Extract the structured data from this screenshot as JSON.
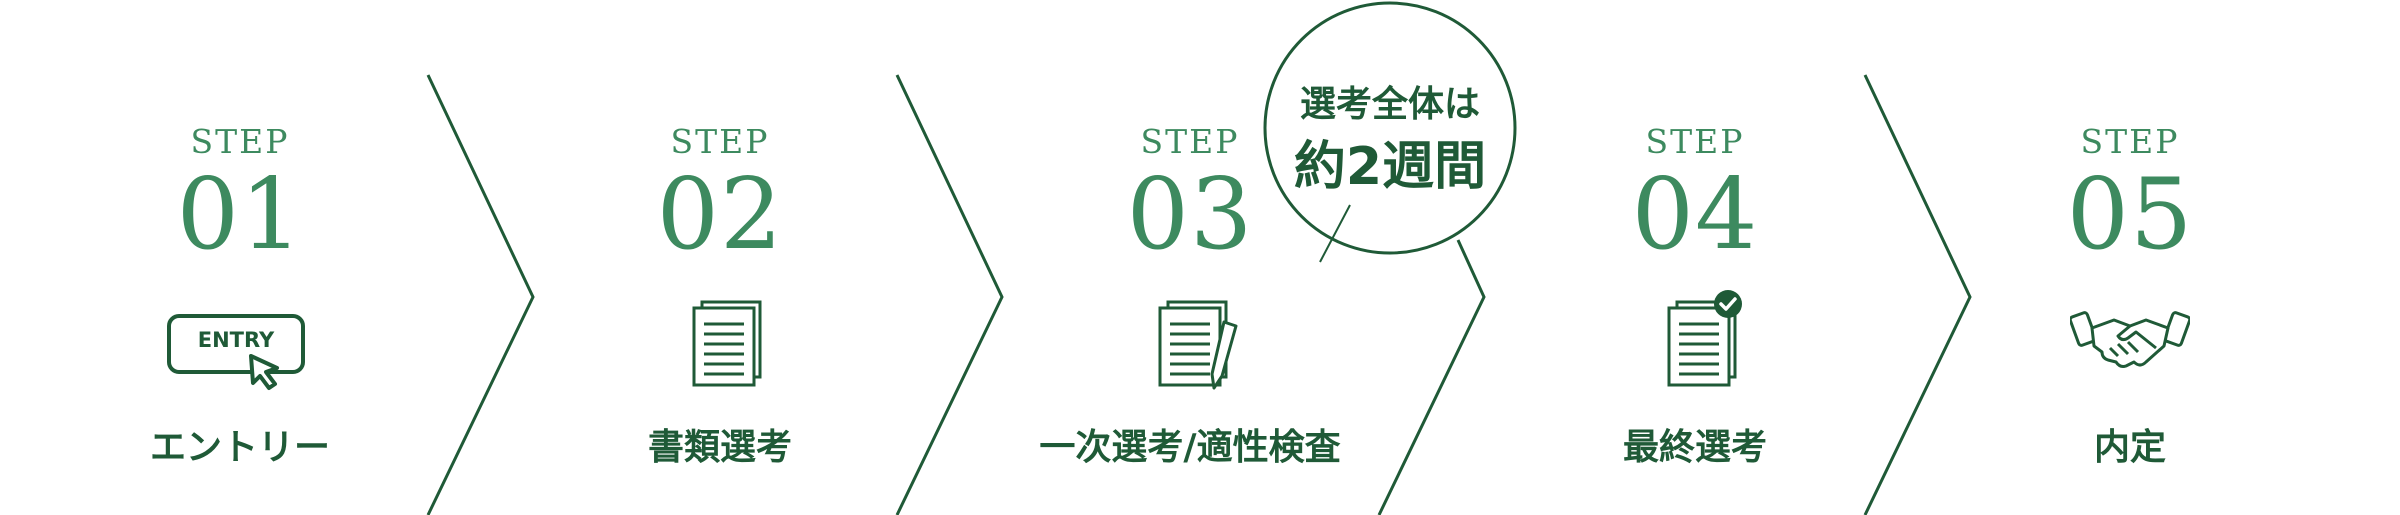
{
  "steps": [
    {
      "label": "STEP",
      "number": "01",
      "title": "エントリー",
      "icon": "entry-button-icon",
      "icon_text": "ENTRY"
    },
    {
      "label": "STEP",
      "number": "02",
      "title": "書類選考",
      "icon": "documents-icon"
    },
    {
      "label": "STEP",
      "number": "03",
      "title": "一次選考/適性検査",
      "icon": "document-pen-icon"
    },
    {
      "label": "STEP",
      "number": "04",
      "title": "最終選考",
      "icon": "document-check-icon"
    },
    {
      "label": "STEP",
      "number": "05",
      "title": "内定",
      "icon": "handshake-icon"
    }
  ],
  "bubble": {
    "line1": "選考全体は",
    "line2": "約2週間"
  },
  "colors": {
    "primary": "#1f5a37",
    "accent": "#3d8a5f",
    "background": "#ffffff"
  }
}
